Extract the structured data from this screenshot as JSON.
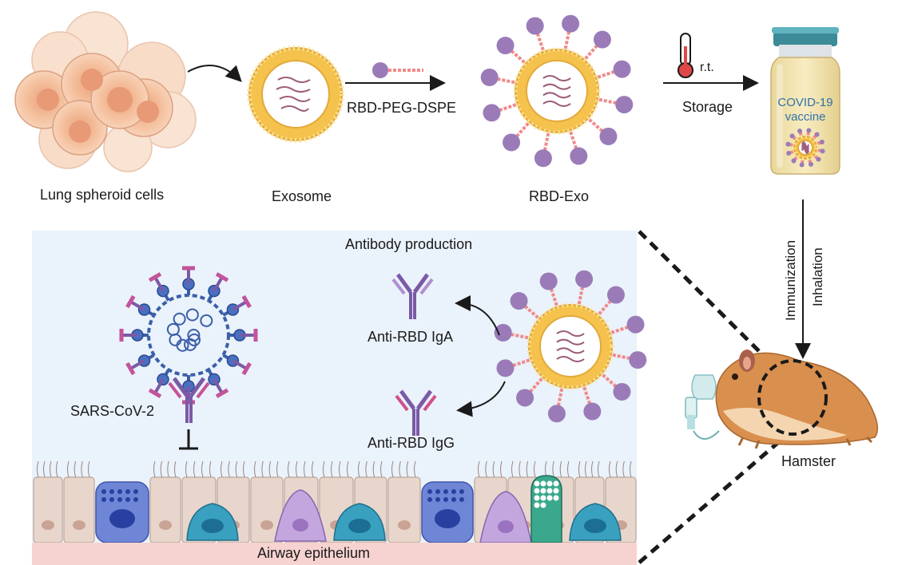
{
  "labels": {
    "lung_spheroid": "Lung spheroid cells",
    "exosome": "Exosome",
    "rbd_peg": "RBD-PEG-DSPE",
    "rbd_exo": "RBD-Exo",
    "rt": "r.t.",
    "storage": "Storage",
    "vial_line1": "COVID-19",
    "vial_line2": "vaccine",
    "immunization": "Immunization",
    "inhalation": "Inhalation",
    "hamster": "Hamster",
    "antibody_production": "Antibody production",
    "anti_iga": "Anti-RBD IgA",
    "anti_igg": "Anti-RBD IgG",
    "sars": "SARS-CoV-2",
    "airway": "Airway epithelium"
  },
  "colors": {
    "panel_bg": "#eaf2fb",
    "lipid_yellow": "#f4c24d",
    "peg_pink": "#f08a8a",
    "rbd_purple": "#9a7bb8",
    "vial_liquid": "#f5e7b0",
    "vial_cap": "#3b8b98",
    "cell_beige": "#e8d6cc",
    "goblet_blue": "#6f86d6",
    "basal_teal": "#3aa0c0",
    "club_purple": "#c3a6dd",
    "spheroid_orange": "#f2b48c",
    "hamster_fur": "#d98f4e"
  },
  "icons": [
    "thermometer-icon",
    "nebulizer-mask-icon"
  ]
}
